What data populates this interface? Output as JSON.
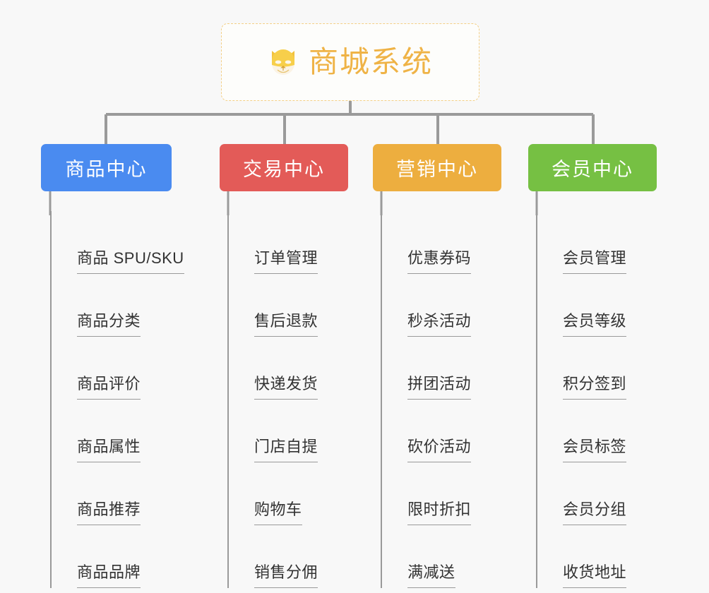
{
  "canvas": {
    "background": "#f8f8f8",
    "line_color": "#9a9a9a"
  },
  "root": {
    "title": "商城系统",
    "emoji_name": "dog-face-emoji",
    "emoji": "🐶",
    "border_color": "#f3cf86",
    "text_color": "#efb346",
    "background": "#fdfdfb"
  },
  "branches": [
    {
      "title": "商品中心",
      "color": "#4a8bf0",
      "items": [
        {
          "label": "商品 SPU/SKU"
        },
        {
          "label": "商品分类"
        },
        {
          "label": "商品评价"
        },
        {
          "label": "商品属性"
        },
        {
          "label": "商品推荐"
        },
        {
          "label": "商品品牌"
        }
      ]
    },
    {
      "title": "交易中心",
      "color": "#e35b58",
      "items": [
        {
          "label": "订单管理"
        },
        {
          "label": "售后退款"
        },
        {
          "label": "快递发货"
        },
        {
          "label": "门店自提"
        },
        {
          "label": "购物车"
        },
        {
          "label": "销售分佣"
        }
      ]
    },
    {
      "title": "营销中心",
      "color": "#edae3f",
      "items": [
        {
          "label": "优惠券码"
        },
        {
          "label": "秒杀活动"
        },
        {
          "label": "拼团活动"
        },
        {
          "label": "砍价活动"
        },
        {
          "label": "限时折扣"
        },
        {
          "label": "满减送"
        }
      ]
    },
    {
      "title": "会员中心",
      "color": "#76c043",
      "items": [
        {
          "label": "会员管理"
        },
        {
          "label": "会员等级"
        },
        {
          "label": "积分签到"
        },
        {
          "label": "会员标签"
        },
        {
          "label": "会员分组"
        },
        {
          "label": "收货地址"
        }
      ]
    }
  ]
}
